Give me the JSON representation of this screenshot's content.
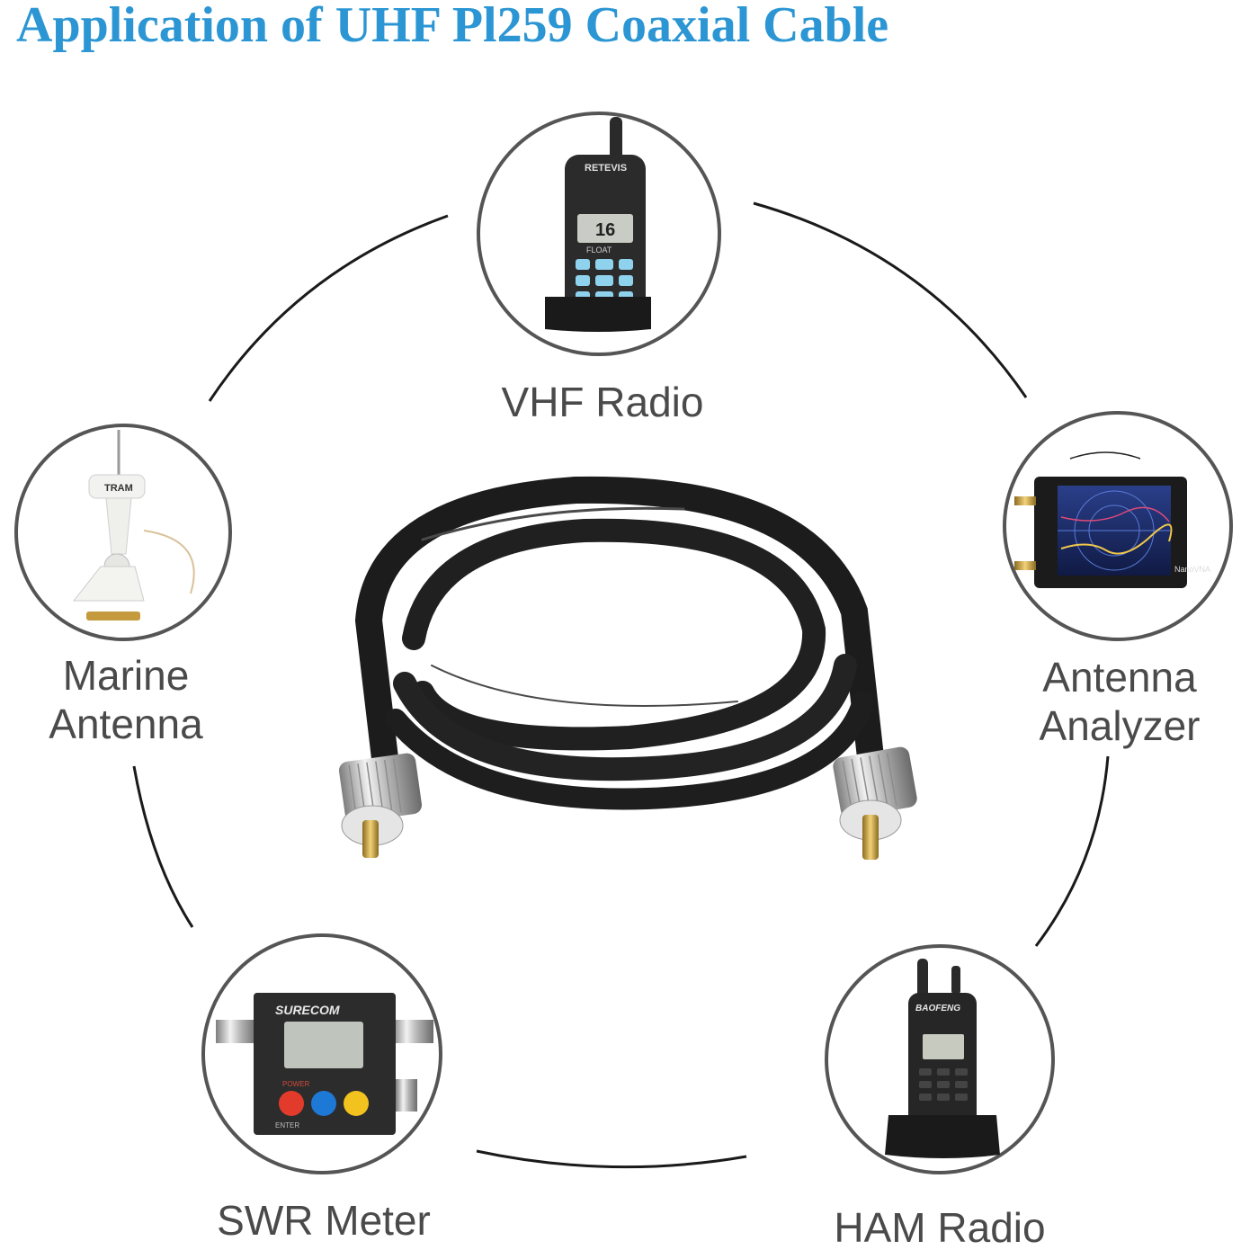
{
  "title": "Application of  UHF Pl259 Coaxial Cable",
  "labels": {
    "vhf_radio": "VHF Radio",
    "marine_antenna_line1": "Marine",
    "marine_antenna_line2": "Antenna",
    "antenna_analyzer_line1": "Antenna",
    "antenna_analyzer_line2": "Analyzer",
    "swr_meter": "SWR Meter",
    "ham_radio": "HAM Radio"
  },
  "device_text": {
    "vhf_brand": "RETEVIS",
    "vhf_display": "16",
    "vhf_float": "FLOAT",
    "marine_brand": "TRAM",
    "analyzer_brand": "NanoVNA",
    "swr_brand": "SURECOM",
    "swr_power": "POWER",
    "swr_enter": "ENTER",
    "ham_brand": "BAOFENG"
  },
  "colors": {
    "title": "#2b96d3",
    "label": "#4a4a4a",
    "circle_stroke": "#555555",
    "arc_stroke": "#1a1a1a",
    "cable": "#1c1c1c"
  }
}
